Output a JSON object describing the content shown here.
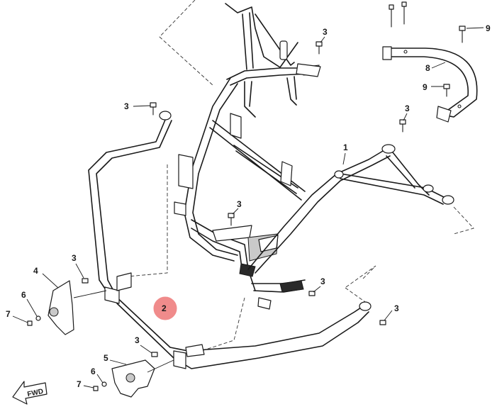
{
  "callouts": {
    "c1": "1",
    "c2": "2",
    "c3": "3",
    "c4": "4",
    "c5": "5",
    "c6": "6",
    "c7": "7",
    "c8": "8",
    "c9": "9"
  },
  "highlight_color": "#f08b8b",
  "fwd_label": "FWD"
}
